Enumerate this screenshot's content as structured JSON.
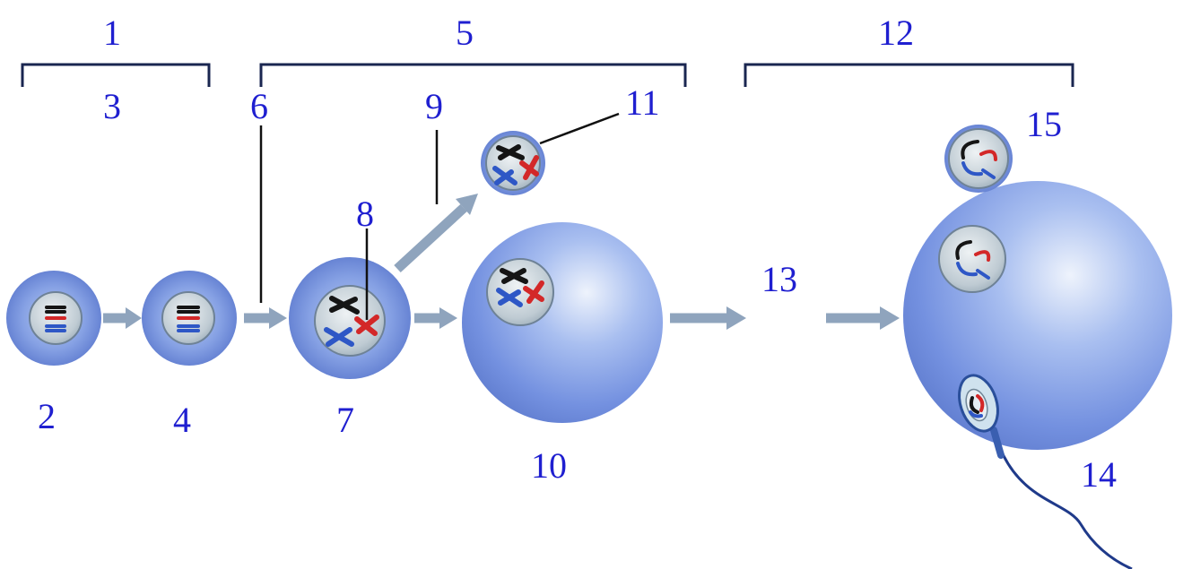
{
  "labels": {
    "l1": "1",
    "l2": "2",
    "l3": "3",
    "l4": "4",
    "l5": "5",
    "l6": "6",
    "l7": "7",
    "l8": "8",
    "l9": "9",
    "l10": "10",
    "l11": "11",
    "l12": "12",
    "l13": "13",
    "l14": "14",
    "l15": "15"
  },
  "colors": {
    "label_text": "#1f1fd0",
    "cell_fill": "#7f9be6",
    "arrow": "#8fa4bd",
    "bracket": "#1a2650",
    "chromosome_black": "#151515",
    "chromosome_red": "#d32828",
    "chromosome_blue": "#2e57c6"
  }
}
